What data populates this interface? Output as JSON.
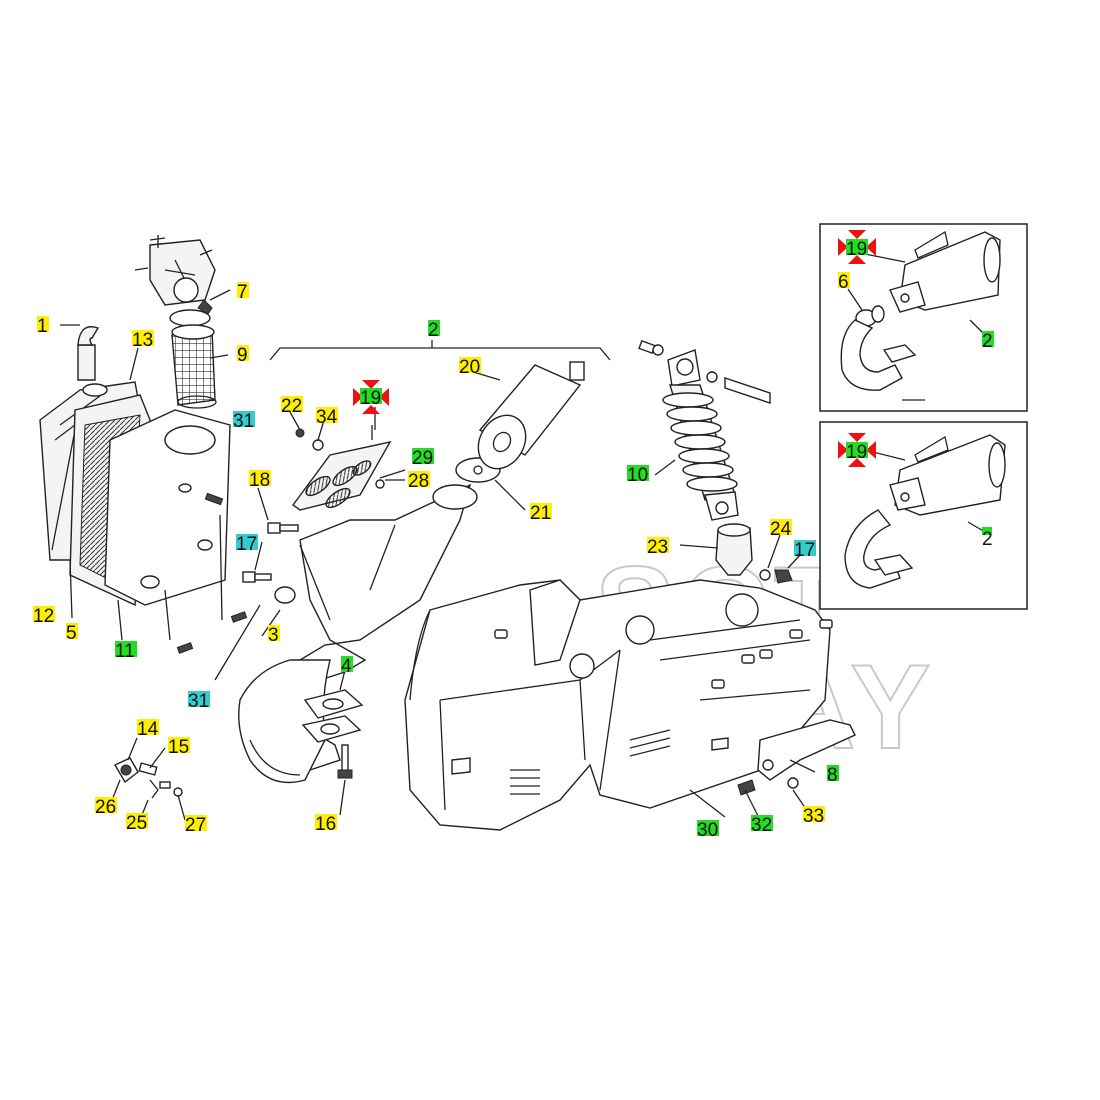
{
  "watermark": {
    "line1": "SCT",
    "line2": "EBAY"
  },
  "colors": {
    "yellow": "#ffee00",
    "green": "#22dd22",
    "cyan": "#33cccc",
    "red": "#ee1111"
  },
  "callouts": [
    {
      "id": "c1",
      "text": "1",
      "color": "yellow"
    },
    {
      "id": "c2a",
      "text": "2",
      "color": "green"
    },
    {
      "id": "c2b",
      "text": "2",
      "color": "green"
    },
    {
      "id": "c2c",
      "text": "2",
      "color": "green"
    },
    {
      "id": "c3",
      "text": "3",
      "color": "yellow"
    },
    {
      "id": "c4",
      "text": "4",
      "color": "green"
    },
    {
      "id": "c5",
      "text": "5",
      "color": "yellow"
    },
    {
      "id": "c6",
      "text": "6",
      "color": "yellow"
    },
    {
      "id": "c7",
      "text": "7",
      "color": "yellow"
    },
    {
      "id": "c8",
      "text": "8",
      "color": "green"
    },
    {
      "id": "c9",
      "text": "9",
      "color": "yellow"
    },
    {
      "id": "c10",
      "text": "10",
      "color": "green"
    },
    {
      "id": "c11",
      "text": "11",
      "color": "green"
    },
    {
      "id": "c12",
      "text": "12",
      "color": "yellow"
    },
    {
      "id": "c13",
      "text": "13",
      "color": "yellow"
    },
    {
      "id": "c14",
      "text": "14",
      "color": "yellow"
    },
    {
      "id": "c15",
      "text": "15",
      "color": "yellow"
    },
    {
      "id": "c16",
      "text": "16",
      "color": "yellow"
    },
    {
      "id": "c17a",
      "text": "17",
      "color": "cyan"
    },
    {
      "id": "c17b",
      "text": "17",
      "color": "cyan"
    },
    {
      "id": "c18",
      "text": "18",
      "color": "yellow"
    },
    {
      "id": "c19a",
      "text": "19",
      "color": "green"
    },
    {
      "id": "c19b",
      "text": "19",
      "color": "green"
    },
    {
      "id": "c19c",
      "text": "19",
      "color": "green"
    },
    {
      "id": "c20",
      "text": "20",
      "color": "yellow"
    },
    {
      "id": "c21",
      "text": "21",
      "color": "yellow"
    },
    {
      "id": "c22",
      "text": "22",
      "color": "yellow"
    },
    {
      "id": "c23",
      "text": "23",
      "color": "yellow"
    },
    {
      "id": "c24",
      "text": "24",
      "color": "yellow"
    },
    {
      "id": "c25",
      "text": "25",
      "color": "yellow"
    },
    {
      "id": "c26",
      "text": "26",
      "color": "yellow"
    },
    {
      "id": "c27",
      "text": "27",
      "color": "yellow"
    },
    {
      "id": "c28",
      "text": "28",
      "color": "yellow"
    },
    {
      "id": "c29",
      "text": "29",
      "color": "green"
    },
    {
      "id": "c30",
      "text": "30",
      "color": "green"
    },
    {
      "id": "c31a",
      "text": "31",
      "color": "cyan"
    },
    {
      "id": "c31b",
      "text": "31",
      "color": "cyan"
    },
    {
      "id": "c32",
      "text": "32",
      "color": "green"
    },
    {
      "id": "c33",
      "text": "33",
      "color": "yellow"
    },
    {
      "id": "c34",
      "text": "34",
      "color": "yellow"
    }
  ]
}
